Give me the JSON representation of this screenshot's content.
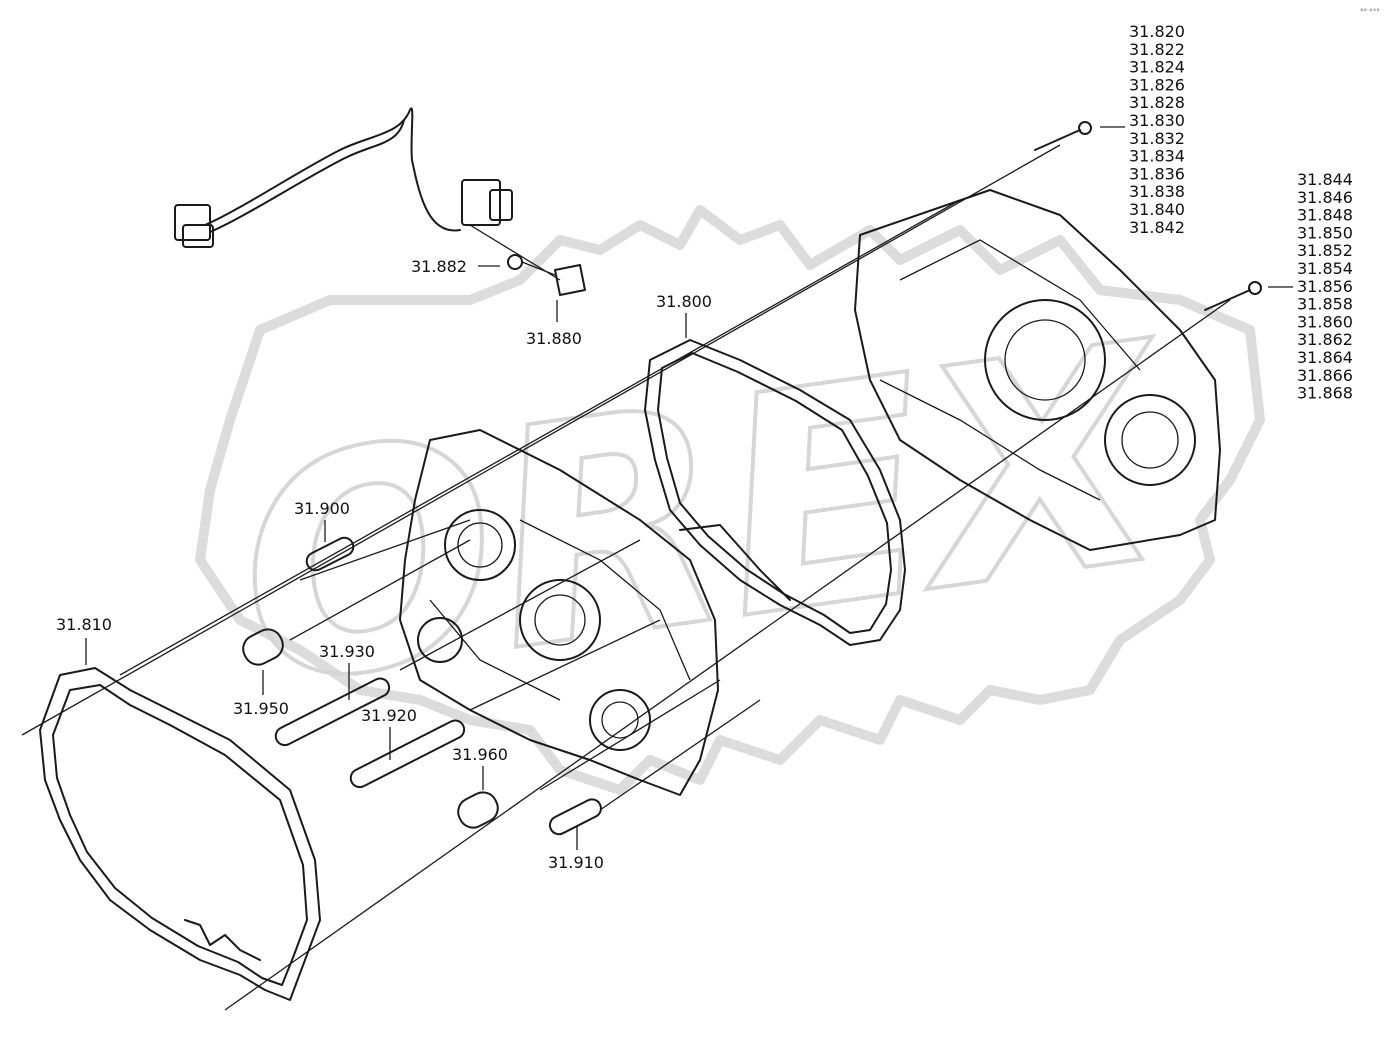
{
  "watermark": {
    "text": "OREX",
    "color": "#d9d9d9"
  },
  "labels": {
    "l31882": "31.882",
    "l31880": "31.880",
    "l31800": "31.800",
    "l31900": "31.900",
    "l31810": "31.810",
    "l31930": "31.930",
    "l31950": "31.950",
    "l31920": "31.920",
    "l31960": "31.960",
    "l31910": "31.910"
  },
  "stack_left": [
    "31.820",
    "31.822",
    "31.824",
    "31.826",
    "31.828",
    "31.830",
    "31.832",
    "31.834",
    "31.836",
    "31.838",
    "31.840",
    "31.842"
  ],
  "stack_right": [
    "31.844",
    "31.846",
    "31.848",
    "31.850",
    "31.852",
    "31.854",
    "31.856",
    "31.858",
    "31.860",
    "31.862",
    "31.864",
    "31.866",
    "31.868"
  ],
  "corner_mark": "°° °°°"
}
